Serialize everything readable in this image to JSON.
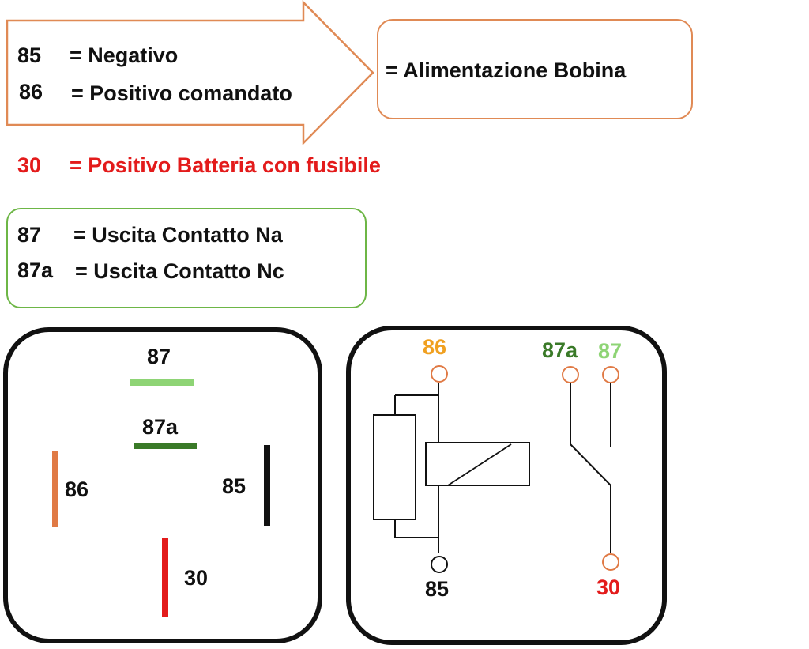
{
  "legend": {
    "line85_code": "85",
    "line85_desc": "= Negativo",
    "line86_code": "86",
    "line86_desc": "= Positivo comandato",
    "coil_label": "= Alimentazione Bobina",
    "line30_code": "30",
    "line30_desc": "= Positivo Batteria con fusibile",
    "line87_code": "87",
    "line87_desc": "= Uscita Contatto Na",
    "line87a_code": "87a",
    "line87a_desc": "= Uscita Contatto Nc"
  },
  "pin_layout": {
    "pin87": "87",
    "pin87a": "87a",
    "pin86": "86",
    "pin85": "85",
    "pin30": "30"
  },
  "schematic": {
    "pin86": "86",
    "pin87a": "87a",
    "pin87": "87",
    "pin85": "85",
    "pin30": "30"
  },
  "colors": {
    "orange": "#e07a45",
    "red": "#e31b1b",
    "dark_green": "#3a7a28",
    "light_green": "#8ed475",
    "arrow_stroke": "#e08a55",
    "box_green": "#6db646",
    "black": "#111111"
  }
}
